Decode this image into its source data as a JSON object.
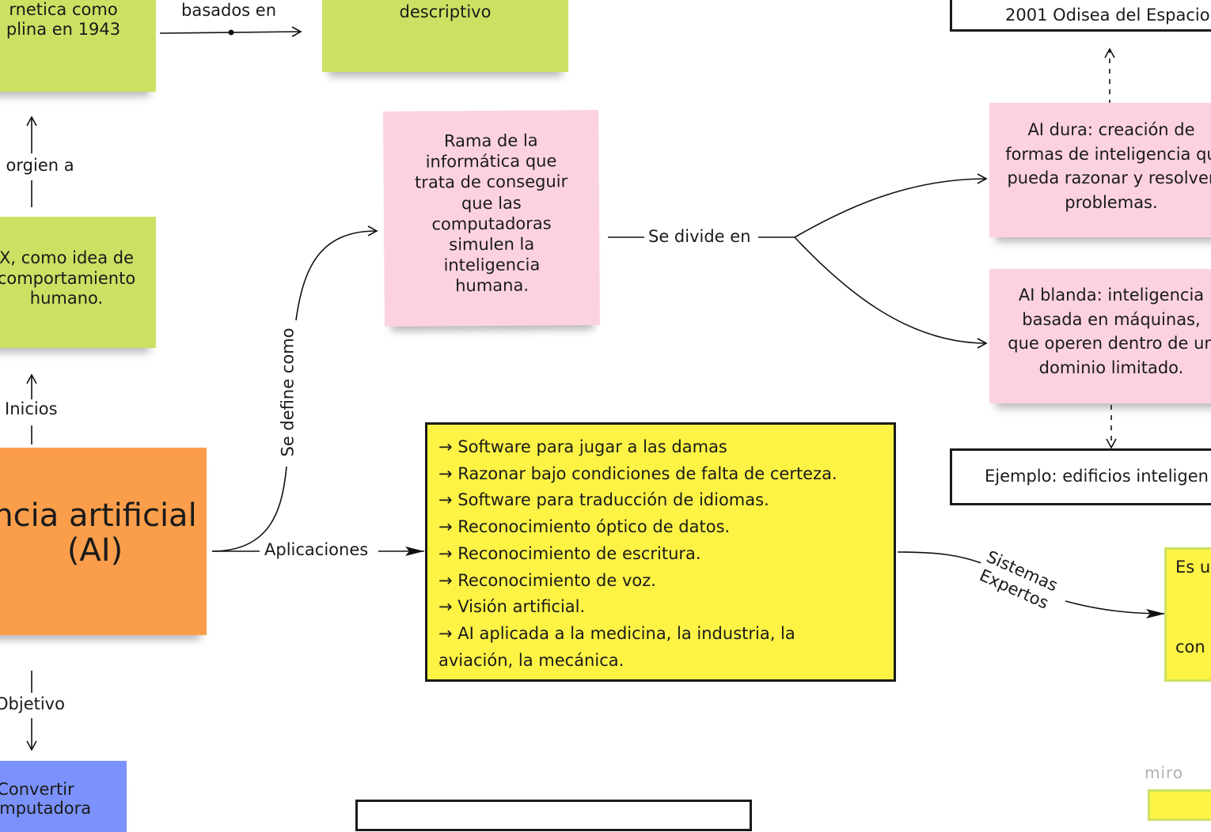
{
  "notes": {
    "cybernetics": "rnetica como\nplina en 1943",
    "descriptive": "descriptivo",
    "turing_idea": "X, como idea de\ncomportamiento\nhumano.",
    "definition": "Rama de la\ninformática que\ntrata de conseguir\nque las\ncomputadoras\nsimulen la\ninteligencia\nhumana.",
    "ai_title": "ncia artificial\n(AI)",
    "objective_text": "Convertir\ncomputadora",
    "hard_ai": "AI dura: creación de\nformas de inteligencia qu\npueda razonar y resolver\nproblemas.",
    "soft_ai": "AI blanda: inteligencia\nbasada en máquinas,\nque operen dentro de un\ndominio limitado.",
    "expert_text": "Es u\n\n\ncon"
  },
  "boxes": {
    "odyssey": "2001 Odisea del Espacio",
    "smart_buildings": "Ejemplo: edificios inteligen"
  },
  "applications": [
    "→ Software para jugar a las damas",
    "→ Razonar bajo condiciones de falta de certeza.",
    "→ Software para traducción de idiomas.",
    "→ Reconocimiento óptico de datos.",
    "→ Reconocimiento de escritura.",
    "→ Reconocimiento de voz.",
    "→ Visión artificial.",
    "→ AI aplicada a la medicina, la industria, la",
    "aviación, la mecánica."
  ],
  "labels": {
    "based_on": "basados en",
    "origin": "a orgien a",
    "beginnings": "Inicios",
    "defined_as": "Se define como",
    "divided_into": "Se divide en",
    "applications": "Aplicaciones",
    "objective": "Objetivo",
    "expert_line1": "Sistemas",
    "expert_line2": "Expertos"
  },
  "watermark": "miro",
  "colors": {
    "green": "#cde063",
    "pink": "#fcd2e2",
    "orange": "#fb9e4b",
    "blue": "#7b92fc",
    "yellow": "#fdf344"
  }
}
